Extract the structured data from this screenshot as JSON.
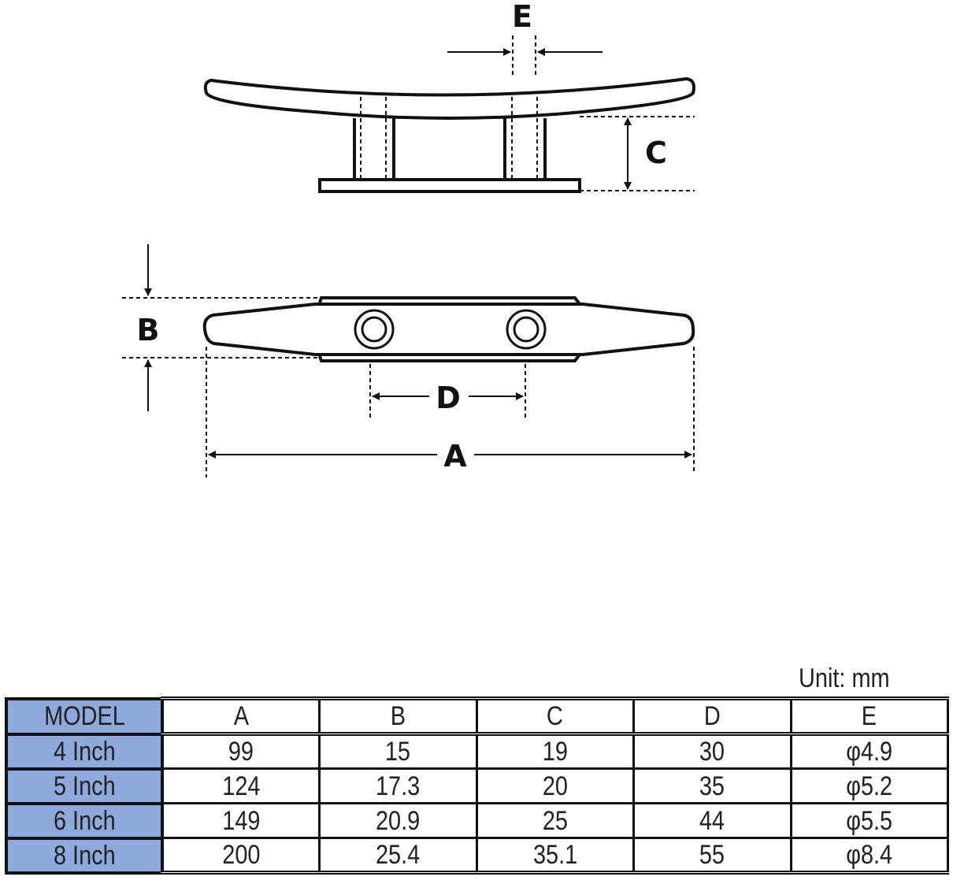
{
  "diagram": {
    "labels": {
      "A": "A",
      "B": "B",
      "C": "C",
      "D": "D",
      "E": "E"
    }
  },
  "unit": "Unit:  mm",
  "table": {
    "headers": [
      "MODEL",
      "A",
      "B",
      "C",
      "D",
      "E"
    ],
    "header_color": "#8ea9db",
    "rows": [
      [
        "4 Inch",
        "99",
        "15",
        "19",
        "30",
        "φ4.9"
      ],
      [
        "5 Inch",
        "124",
        "17.3",
        "20",
        "35",
        "φ5.2"
      ],
      [
        "6 Inch",
        "149",
        "20.9",
        "25",
        "44",
        "φ5.5"
      ],
      [
        "8 Inch",
        "200",
        "25.4",
        "35.1",
        "55",
        "φ8.4"
      ]
    ]
  }
}
